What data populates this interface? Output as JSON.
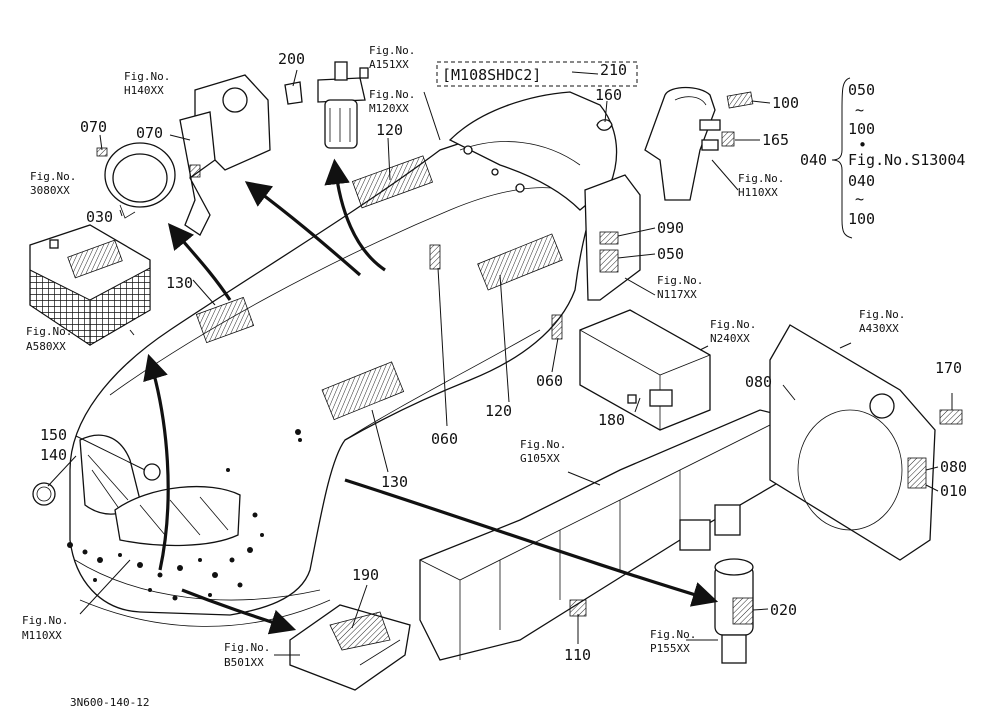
{
  "diagram": {
    "code": "3N600-140-12",
    "model_box": "[M108SHDC2]",
    "bracket": {
      "lead": "040",
      "lines": [
        "050",
        "~",
        "100",
        "•",
        "Fig.No.S13004",
        "040",
        "~",
        "100"
      ]
    },
    "callouts": [
      {
        "id": "200",
        "label": "200"
      },
      {
        "id": "210",
        "label": "210"
      },
      {
        "id": "160",
        "label": "160"
      },
      {
        "id": "100",
        "label": "100"
      },
      {
        "id": "165",
        "label": "165"
      },
      {
        "id": "070a",
        "label": "070"
      },
      {
        "id": "070b",
        "label": "070"
      },
      {
        "id": "120a",
        "label": "120"
      },
      {
        "id": "030",
        "label": "030"
      },
      {
        "id": "130a",
        "label": "130"
      },
      {
        "id": "090",
        "label": "090"
      },
      {
        "id": "050",
        "label": "050"
      },
      {
        "id": "060a",
        "label": "060"
      },
      {
        "id": "120b",
        "label": "120"
      },
      {
        "id": "060b",
        "label": "060"
      },
      {
        "id": "130b",
        "label": "130"
      },
      {
        "id": "150",
        "label": "150"
      },
      {
        "id": "140",
        "label": "140"
      },
      {
        "id": "080a",
        "label": "080"
      },
      {
        "id": "180",
        "label": "180"
      },
      {
        "id": "170",
        "label": "170"
      },
      {
        "id": "080b",
        "label": "080"
      },
      {
        "id": "010",
        "label": "010"
      },
      {
        "id": "190",
        "label": "190"
      },
      {
        "id": "110",
        "label": "110"
      },
      {
        "id": "020",
        "label": "020"
      }
    ],
    "figure_refs": [
      {
        "id": "h140",
        "prefix": "Fig.No.",
        "code": "H140XX"
      },
      {
        "id": "a151",
        "prefix": "Fig.No.",
        "code": "A151XX"
      },
      {
        "id": "m120",
        "prefix": "Fig.No.",
        "code": "M120XX"
      },
      {
        "id": "s3080",
        "prefix": "Fig.No.",
        "code": "3080XX"
      },
      {
        "id": "h110",
        "prefix": "Fig.No.",
        "code": "H110XX"
      },
      {
        "id": "a580",
        "prefix": "Fig.No.",
        "code": "A580XX"
      },
      {
        "id": "n117",
        "prefix": "Fig.No.",
        "code": "N117XX"
      },
      {
        "id": "n240",
        "prefix": "Fig.No.",
        "code": "N240XX"
      },
      {
        "id": "a430",
        "prefix": "Fig.No.",
        "code": "A430XX"
      },
      {
        "id": "g105",
        "prefix": "Fig.No.",
        "code": "G105XX"
      },
      {
        "id": "m110",
        "prefix": "Fig.No.",
        "code": "M110XX"
      },
      {
        "id": "b501",
        "prefix": "Fig.No.",
        "code": "B501XX"
      },
      {
        "id": "p155",
        "prefix": "Fig.No.",
        "code": "P155XX"
      }
    ]
  }
}
